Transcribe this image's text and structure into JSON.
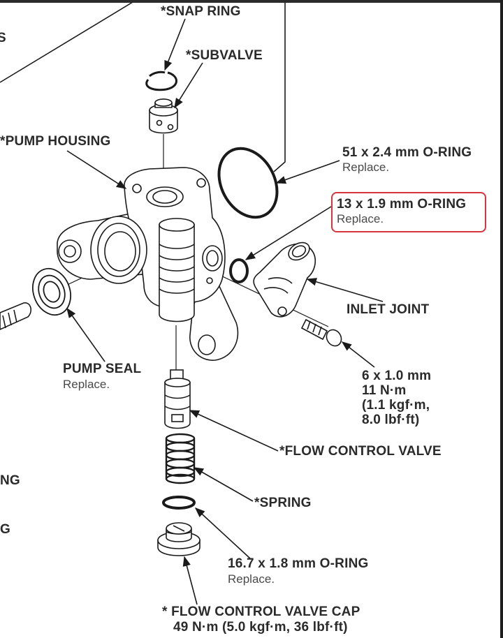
{
  "labels": {
    "snap_ring": "*SNAP RING",
    "subvalve": "*SUBVALVE",
    "pump_housing": "*PUMP HOUSING",
    "oring_51": "51 x 2.4 mm O-RING",
    "oring_51_note": "Replace.",
    "oring_13": "13 x 1.9 mm O-RING",
    "oring_13_note": "Replace.",
    "inlet_joint": "INLET JOINT",
    "pump_seal": "PUMP SEAL",
    "pump_seal_note": "Replace.",
    "bolt_spec": "6 x 1.0 mm\n11 N·m\n(1.1 kgf·m,\n8.0 lbf·ft)",
    "flow_control_valve": "*FLOW CONTROL VALVE",
    "spring": "*SPRING",
    "oring_16": "16.7 x 1.8 mm O-RING",
    "oring_16_note": "Replace.",
    "cap": "* FLOW CONTROL VALVE CAP",
    "cap_torque": "49 N·m (5.0 kgf·m, 36 lbf·ft)",
    "left_cut_1": "NG",
    "left_cut_2": "G",
    "left_cut_3": "S"
  },
  "colors": {
    "line": "#1a1a1a",
    "highlight": "#d8343b"
  }
}
